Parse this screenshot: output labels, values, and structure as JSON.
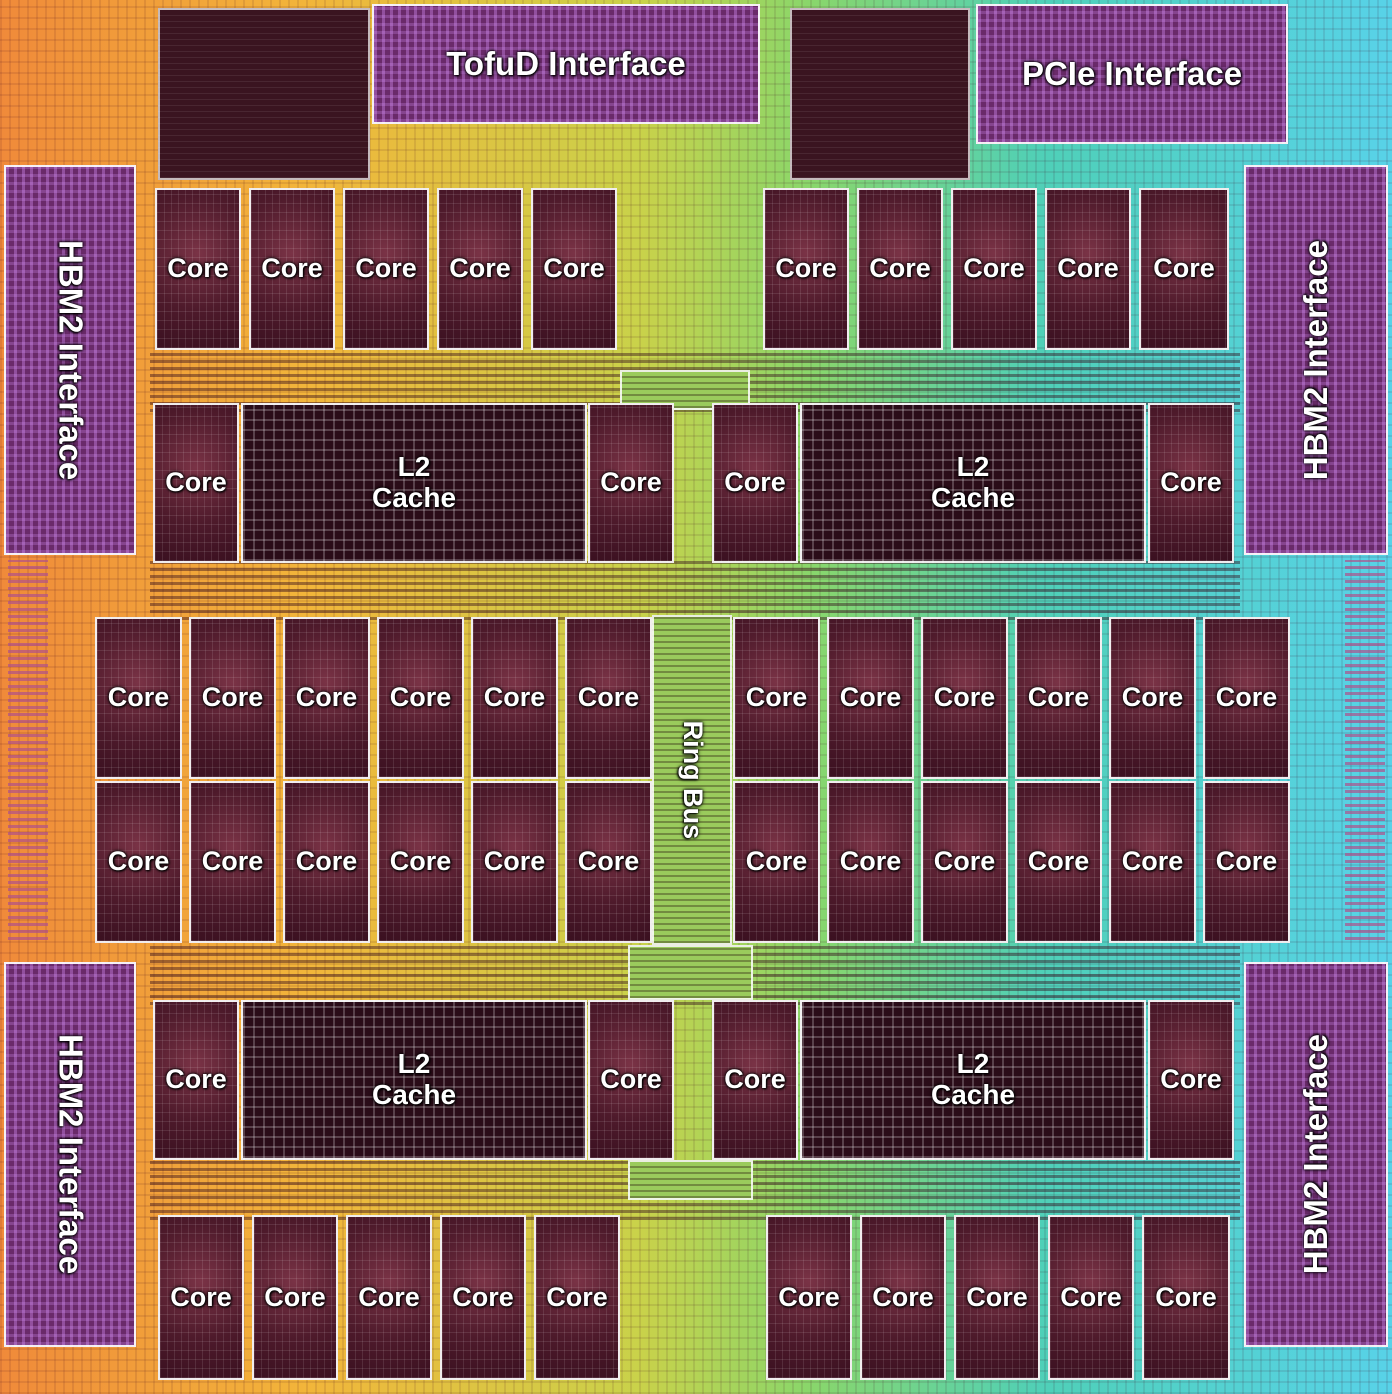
{
  "labels": {
    "tofud": "TofuD Interface",
    "pcie": "PCIe Interface",
    "hbm2": "HBM2 Interface",
    "core": "Core",
    "l2cache": "L2\nCache",
    "ringbus": "Ring Bus"
  }
}
